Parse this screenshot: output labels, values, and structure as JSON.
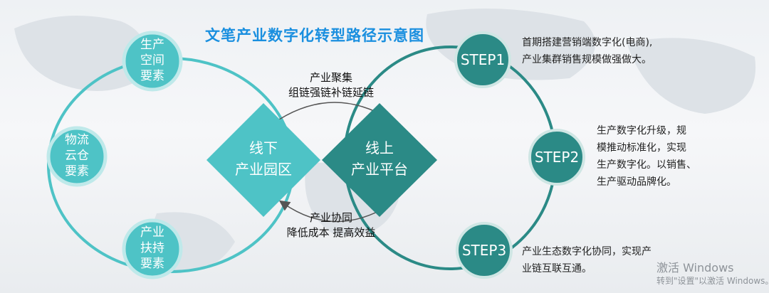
{
  "title": "文笔产业数字化转型路径示意图",
  "left_nodes": [
    {
      "lines": [
        "生产",
        "空间",
        "要素"
      ]
    },
    {
      "lines": [
        "物流",
        "云仓",
        "要素"
      ]
    },
    {
      "lines": [
        "产业",
        "扶持",
        "要素"
      ]
    }
  ],
  "offline": {
    "line1": "线下",
    "line2": "产业园区"
  },
  "online": {
    "line1": "线上",
    "line2": "产业平台"
  },
  "flow_top": {
    "line1": "产业聚集",
    "line2": "组链强链补链延链"
  },
  "flow_bottom": {
    "line1": "产业协同",
    "line2": "降低成本 提高效益"
  },
  "steps": [
    {
      "label": "STEP1",
      "desc_lines": [
        "首期搭建营销端数字化(电商),",
        "产业集群销售规模做强做大。"
      ]
    },
    {
      "label": "STEP2",
      "desc_lines": [
        "生产数字化升级，规",
        "模推动标准化，实现",
        "生产数字化。以销售、",
        "生产驱动品牌化。"
      ]
    },
    {
      "label": "STEP3",
      "desc_lines": [
        "产业生态数字化协同，实现产",
        "业链互联互通。"
      ]
    }
  ],
  "watermark": {
    "line1": "激活 Windows",
    "line2": "转到\"设置\"以激活 Windows。"
  },
  "colors": {
    "light_teal": "#4ec3c6",
    "dark_teal": "#2b8a86",
    "title_blue": "#1a8fdf"
  }
}
